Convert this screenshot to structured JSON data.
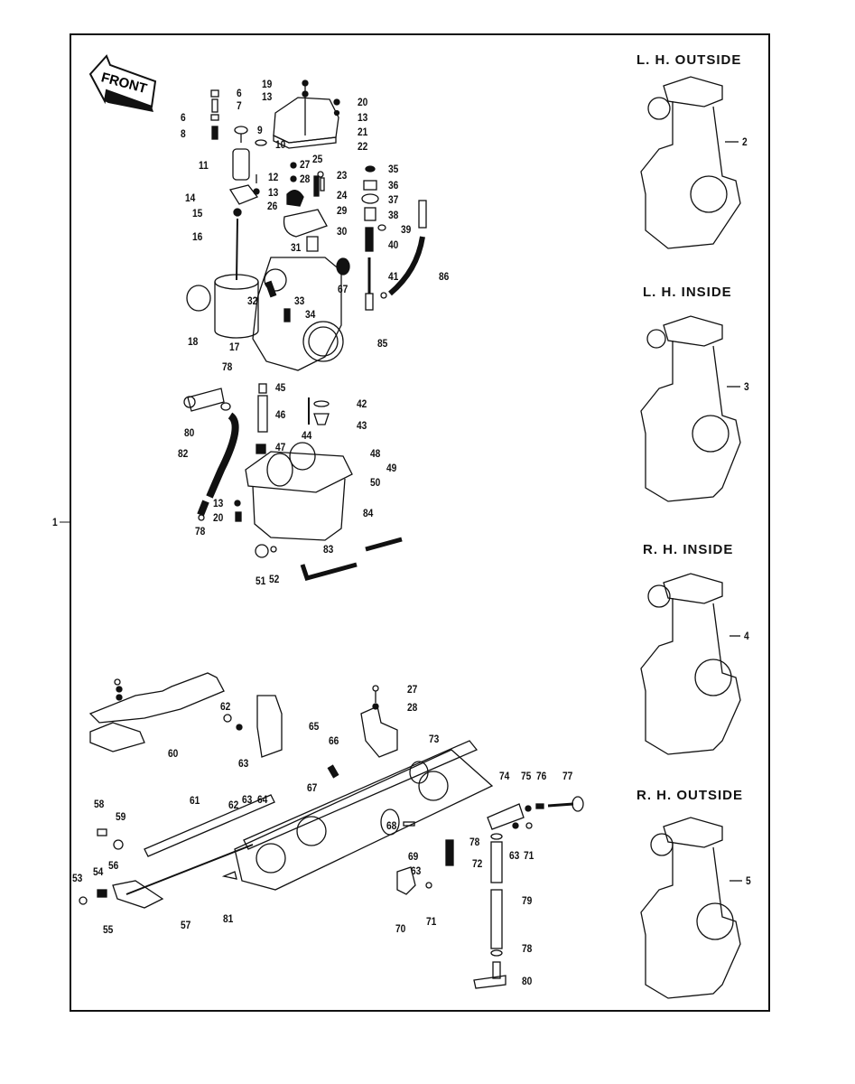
{
  "diagram": {
    "title": "Carburetor exploded view",
    "assembly_callout": "1",
    "front_arrow": {
      "label": "FRONT",
      "icon": "front-arrow-icon"
    },
    "carb_views": [
      {
        "title": "L. H.   OUTSIDE",
        "callout": "2"
      },
      {
        "title": "L. H.   INSIDE",
        "callout": "3"
      },
      {
        "title": "R. H.   INSIDE",
        "callout": "4"
      },
      {
        "title": "R. H.   OUTSIDE",
        "callout": "5"
      }
    ],
    "upper_assembly_callouts": [
      "6",
      "7",
      "6",
      "8",
      "9",
      "10",
      "11",
      "12",
      "13",
      "14",
      "15",
      "16",
      "17",
      "18",
      "19",
      "13",
      "20",
      "13",
      "21",
      "22",
      "27",
      "25",
      "28",
      "23",
      "24",
      "26",
      "29",
      "30",
      "31",
      "35",
      "36",
      "37",
      "38",
      "39",
      "40",
      "41",
      "86",
      "67",
      "32",
      "33",
      "34",
      "85",
      "78",
      "45",
      "46",
      "42",
      "43",
      "44",
      "47",
      "48",
      "49",
      "50",
      "80",
      "82",
      "13",
      "20",
      "78",
      "84",
      "83",
      "51",
      "52"
    ],
    "lower_assembly_callouts": [
      "60",
      "62",
      "63",
      "65",
      "27",
      "28",
      "73",
      "66",
      "67",
      "61",
      "62",
      "63",
      "64",
      "58",
      "59",
      "74",
      "75",
      "76",
      "77",
      "68",
      "69",
      "78",
      "63",
      "71",
      "72",
      "53",
      "54",
      "56",
      "55",
      "57",
      "81",
      "63",
      "70",
      "71",
      "79",
      "78",
      "80"
    ]
  }
}
